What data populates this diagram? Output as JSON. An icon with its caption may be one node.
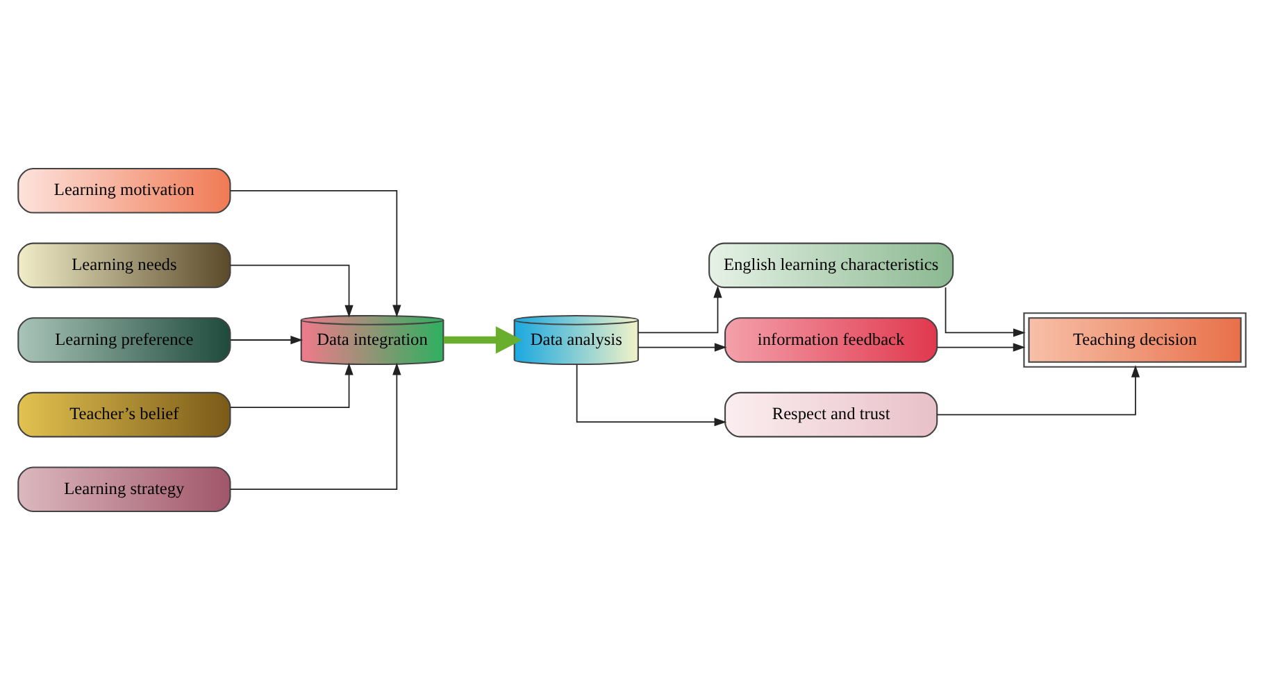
{
  "diagram": {
    "nodes": [
      {
        "text": [
          "Learning motivation"
        ]
      },
      {
        "text": [
          "Learning needs"
        ]
      },
      {
        "text": [
          "Learning preference"
        ]
      },
      {
        "text": [
          "Teacher’s belief"
        ]
      },
      {
        "text": [
          "Learning strategy"
        ]
      },
      {
        "text": [
          "Data integration"
        ]
      },
      {
        "text": [
          "Data analysis"
        ]
      },
      {
        "text": [
          "English learning characteristics"
        ]
      },
      {
        "text": [
          "information feedback"
        ]
      },
      {
        "text": [
          "Respect and trust"
        ]
      },
      {
        "text": [
          "Teaching decision"
        ]
      }
    ],
    "edges": [
      {
        "from": 0,
        "to": 5,
        "arrow": "to"
      },
      {
        "from": 1,
        "to": 5,
        "arrow": "to"
      },
      {
        "from": 2,
        "to": 5,
        "arrow": "to"
      },
      {
        "from": 3,
        "to": 5,
        "arrow": "to"
      },
      {
        "from": 4,
        "to": 5,
        "arrow": "to"
      },
      {
        "from": 5,
        "to": 6,
        "arrow": "to",
        "style": "thick",
        "color": "#6aae2e"
      },
      {
        "from": 6,
        "to": 7,
        "arrow": "to"
      },
      {
        "from": 6,
        "to": 8,
        "arrow": "to"
      },
      {
        "from": 6,
        "to": 9,
        "arrow": "to"
      },
      {
        "from": 7,
        "to": 10,
        "arrow": "to"
      },
      {
        "from": 8,
        "to": 10,
        "arrow": "to"
      },
      {
        "from": 9,
        "to": 10,
        "arrow": "to"
      }
    ]
  }
}
